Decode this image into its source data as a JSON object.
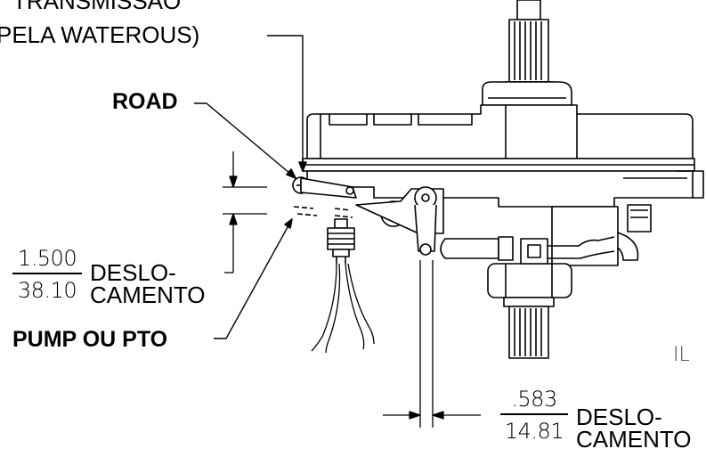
{
  "callouts": {
    "top_line1": "TRANSMISSÃO",
    "top_line2": "PELA WATEROUS)",
    "road": "ROAD",
    "pump": "PUMP OU PTO"
  },
  "dimension_left": {
    "imperial": "1.500",
    "metric": "38.10",
    "label_line1": "DESLO-",
    "label_line2": "CAMENTO"
  },
  "dimension_bottom": {
    "imperial": ".583",
    "metric": "14.81",
    "label_line1": "DESLO-",
    "label_line2": "CAMENTO"
  },
  "part_code": "IL"
}
